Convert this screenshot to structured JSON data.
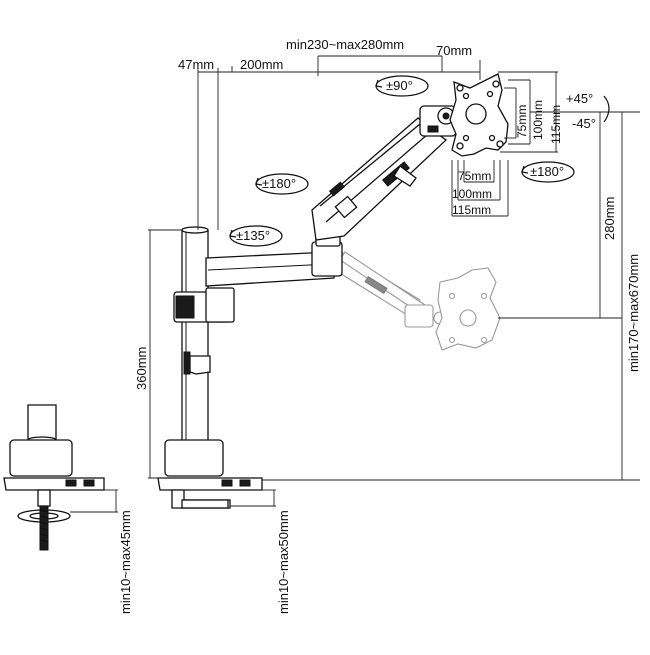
{
  "labels": {
    "arm_reach": "min230~max280mm",
    "plate_depth": "70mm",
    "pole_offset": "47mm",
    "arm_200": "200mm",
    "rot_plate": "±90°",
    "tilt_up": "+45°",
    "tilt_down": "-45°",
    "swivel_plate": "±180°",
    "swivel_arm": "±180°",
    "swivel_pole": "±135°",
    "vesa_75_h": "75mm",
    "vesa_100_h": "100mm",
    "vesa_115_h": "115mm",
    "vesa_75_v": "75mm",
    "vesa_100_v": "100mm",
    "vesa_115_v": "115mm",
    "height_280": "280mm",
    "height_range": "min170~max670mm",
    "pole_height": "360mm",
    "clamp_range_1": "min10~max45mm",
    "clamp_range_2": "min10~max50mm"
  },
  "colors": {
    "line": "#111111",
    "ghost": "#999999",
    "fill": "#ffffff"
  }
}
